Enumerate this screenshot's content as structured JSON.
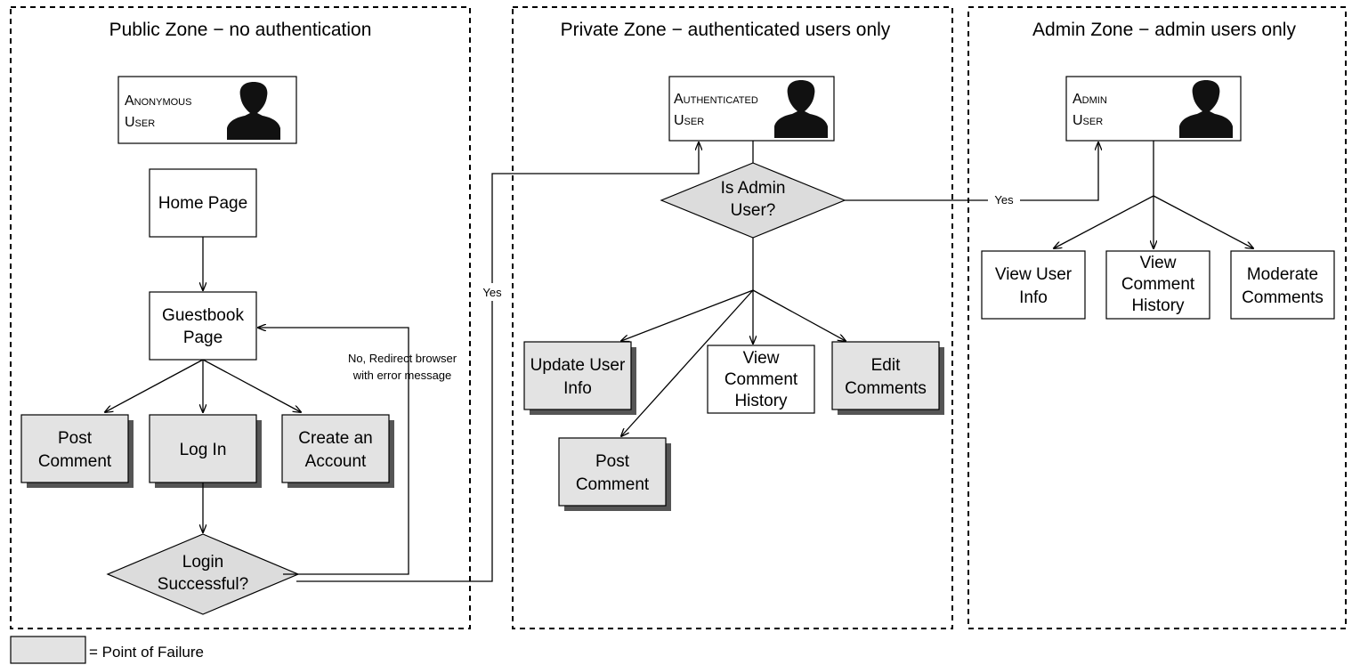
{
  "zones": {
    "public": "Public Zone − no authentication",
    "private": "Private Zone − authenticated users only",
    "admin": "Admin Zone − admin users only"
  },
  "users": {
    "anonymous": {
      "line1": "Anonymous",
      "line2": "User"
    },
    "authenticated": {
      "line1": "Authenticated",
      "line2": "User"
    },
    "admin": {
      "line1": "Admin",
      "line2": "User"
    }
  },
  "public_nodes": {
    "home_page": "Home Page",
    "guestbook_1": "Guestbook",
    "guestbook_2": "Page",
    "post_comment_1": "Post",
    "post_comment_2": "Comment",
    "log_in": "Log In",
    "create_account_1": "Create an",
    "create_account_2": "Account",
    "login_successful_1": "Login",
    "login_successful_2": "Successful?"
  },
  "private_nodes": {
    "is_admin_1": "Is Admin",
    "is_admin_2": "User?",
    "update_user_info_1": "Update User",
    "update_user_info_2": "Info",
    "view_history_1": "View",
    "view_history_2": "Comment",
    "view_history_3": "History",
    "edit_comments_1": "Edit",
    "edit_comments_2": "Comments",
    "post_comment_1": "Post",
    "post_comment_2": "Comment"
  },
  "admin_nodes": {
    "view_user_info_1": "View User",
    "view_user_info_2": "Info",
    "view_history_1": "View",
    "view_history_2": "Comment",
    "view_history_3": "History",
    "moderate_1": "Moderate",
    "moderate_2": "Comments"
  },
  "edge_labels": {
    "no_redirect_1": "No, Redirect browser",
    "no_redirect_2": "with error message",
    "yes_login": "Yes",
    "yes_admin": "Yes"
  },
  "legend": {
    "label": "= Point of Failure",
    "swatch_color": "#e3e3e3"
  }
}
